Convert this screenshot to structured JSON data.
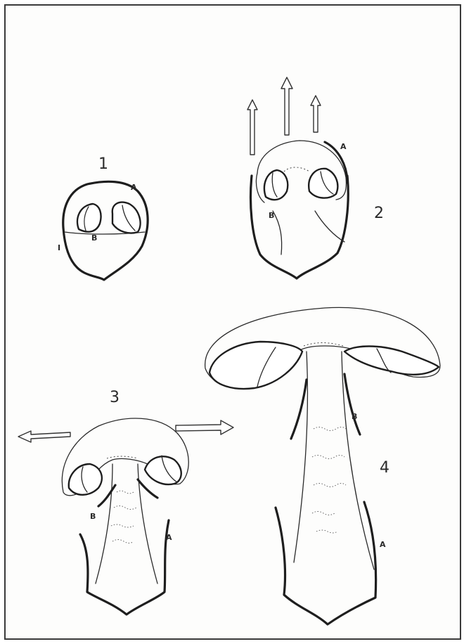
{
  "stages": [
    {
      "number": "1",
      "labels": [
        "A",
        "B",
        "I"
      ]
    },
    {
      "number": "2",
      "labels": [
        "A",
        "B"
      ]
    },
    {
      "number": "3",
      "labels": [
        "A",
        "B"
      ]
    },
    {
      "number": "4",
      "labels": [
        "A",
        "B"
      ]
    }
  ]
}
